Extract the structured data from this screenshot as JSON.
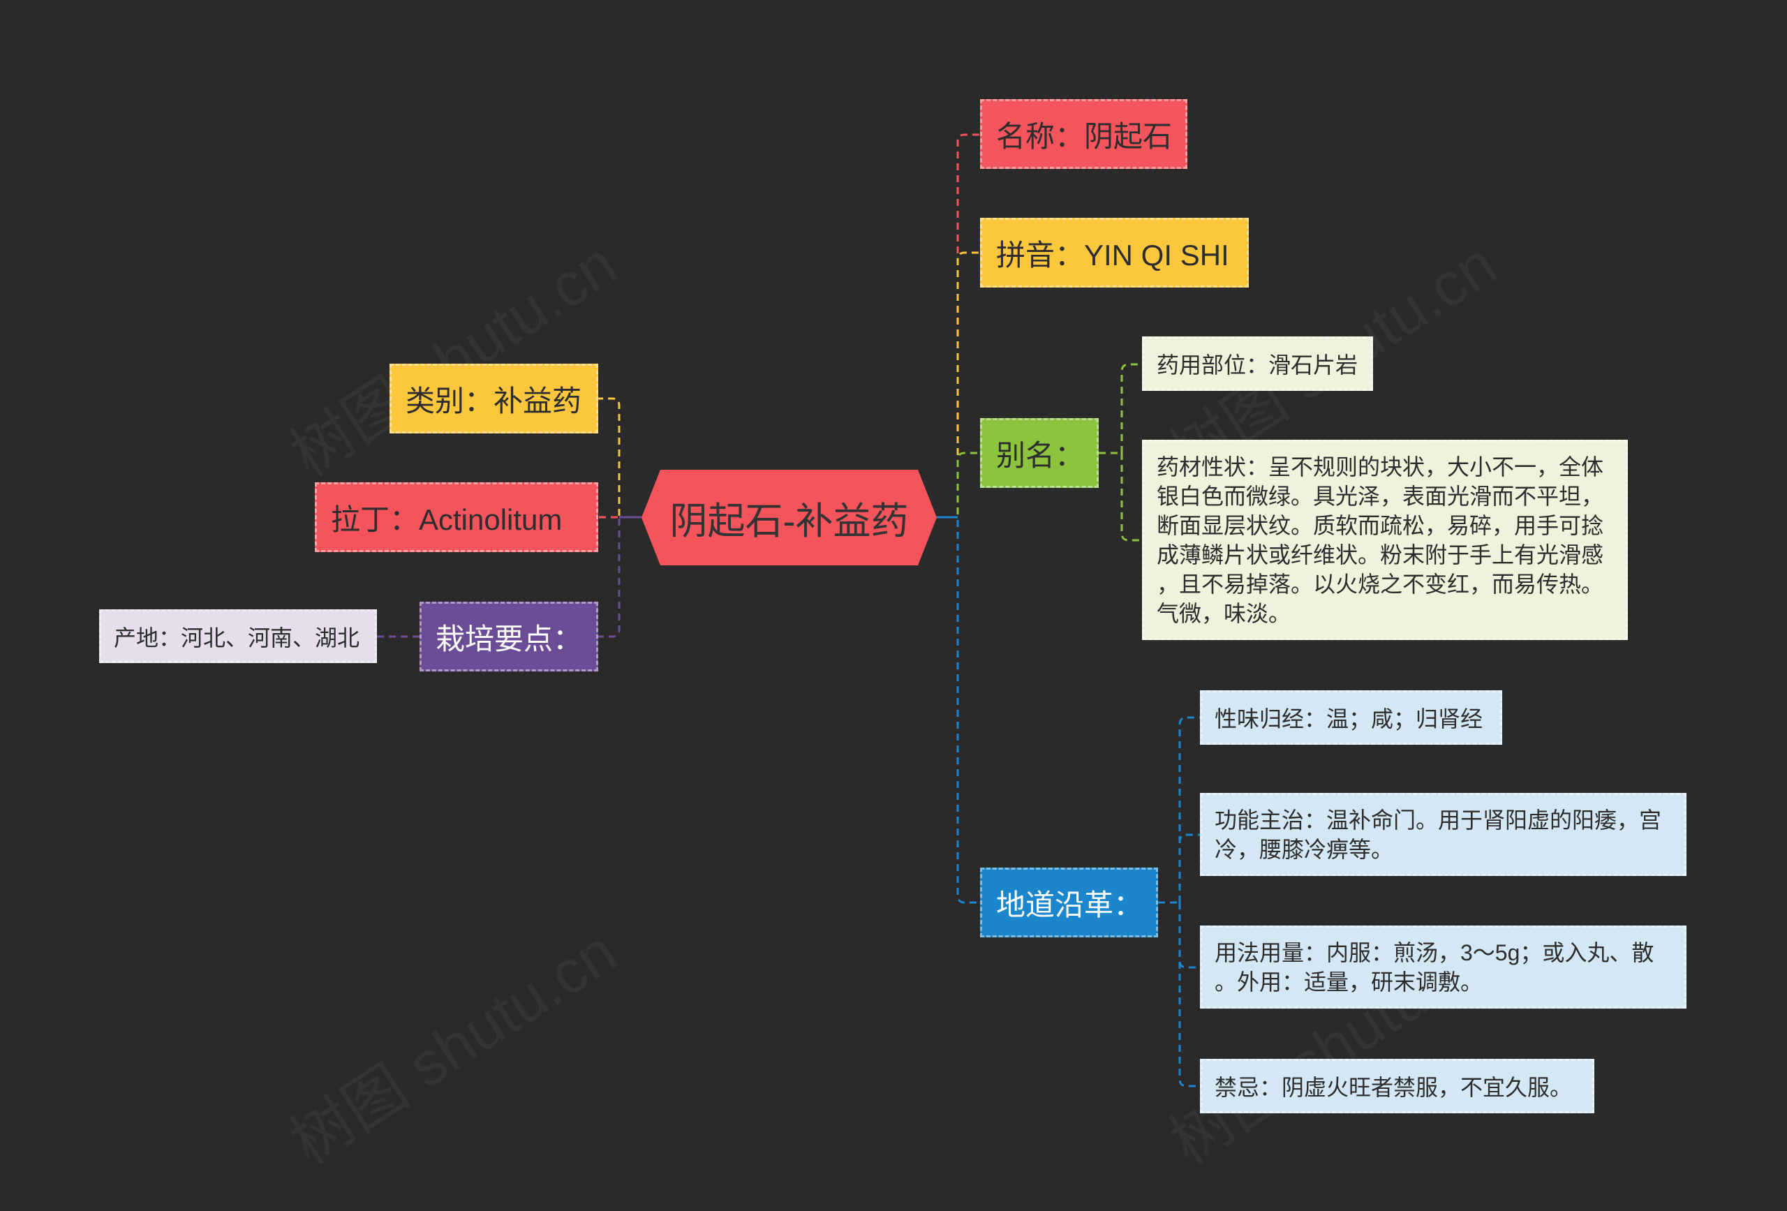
{
  "central": "阴起石-补益药",
  "right": [
    {
      "label": "名称：阴起石"
    },
    {
      "label": "拼音：YIN QI SHI"
    },
    {
      "label": "别名：",
      "children": [
        "药用部位：滑石片岩",
        "药材性状：呈不规则的块状，大小不一，全体银白色而微绿。具光泽，表面光滑而不平坦，断面显层状纹。质软而疏松，易碎，用手可捻成薄鳞片状或纤维状。粉末附于手上有光滑感，且不易掉落。以火烧之不变红，而易传热。气微，味淡。"
      ]
    },
    {
      "label": "地道沿革：",
      "children": [
        "性味归经：温；咸；归肾经",
        "功能主治：温补命门。用于肾阳虚的阳痿，宫冷，腰膝冷痹等。",
        "用法用量：内服：煎汤，3～5g；或入丸、散。外用：适量，研末调敷。",
        "禁忌：阴虚火旺者禁服，不宜久服。"
      ]
    }
  ],
  "left": [
    {
      "label": "类别：补益药"
    },
    {
      "label": "拉丁：Actinolitum"
    },
    {
      "label": "栽培要点：",
      "children": [
        "产地：河北、河南、湖北"
      ]
    }
  ],
  "watermark": "树图 shutu.cn",
  "colors": {
    "background": "#2a2a2a",
    "red": "#f5545c",
    "yellow": "#fdc73d",
    "green": "#8cc43f",
    "blue": "#1b86cc",
    "purple": "#6b4c96",
    "light_green": "#eef4dc",
    "light_blue": "#d4e7f4",
    "light_purple": "#e4deed",
    "text_dark": "#2d2d2d"
  }
}
